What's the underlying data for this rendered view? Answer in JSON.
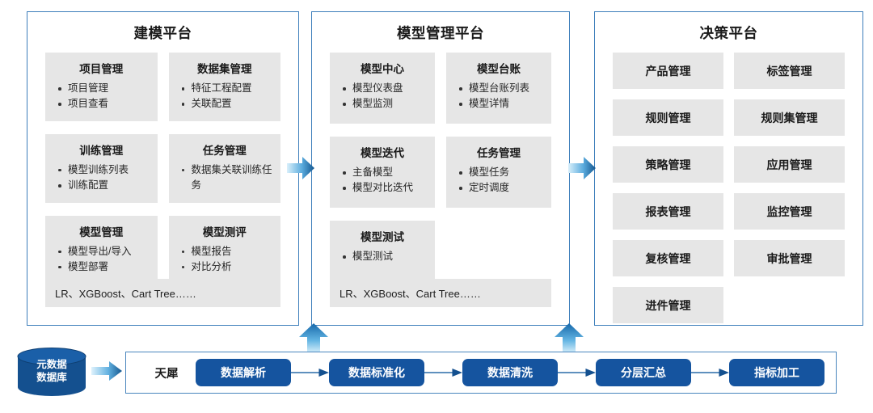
{
  "colors": {
    "panel_border": "#3d7ebb",
    "card_bg": "#e6e6e6",
    "pipeline_step": "#15549f",
    "arrow_dark": "#1b63a5",
    "arrow_light": "#d7eefb",
    "db_fill": "#14508f"
  },
  "panels": [
    {
      "id": "modeling",
      "title": "建模平台",
      "rows": [
        [
          {
            "title": "项目管理",
            "items": [
              "项目管理",
              "项目查看"
            ]
          },
          {
            "title": "数据集管理",
            "items": [
              "特征工程配置",
              "关联配置"
            ]
          }
        ],
        [
          {
            "title": "训练管理",
            "items": [
              "模型训练列表",
              "训练配置"
            ]
          },
          {
            "title": "任务管理",
            "items": [
              "数据集关联训练任务"
            ]
          }
        ],
        [
          {
            "title": "模型管理",
            "items": [
              "模型导出/导入",
              "模型部署"
            ]
          },
          {
            "title": "模型测评",
            "items": [
              "模型报告",
              "对比分析"
            ]
          }
        ]
      ],
      "algo_bar": "LR、XGBoost、Cart Tree……"
    },
    {
      "id": "management",
      "title": "模型管理平台",
      "rows": [
        [
          {
            "title": "模型中心",
            "items": [
              "模型仪表盘",
              "模型监测"
            ]
          },
          {
            "title": "模型台账",
            "items": [
              "模型台账列表",
              "模型详情"
            ]
          }
        ],
        [
          {
            "title": "模型迭代",
            "items": [
              "主备模型",
              "模型对比迭代"
            ]
          },
          {
            "title": "任务管理",
            "items": [
              "模型任务",
              "定时调度"
            ]
          }
        ],
        [
          {
            "title": "模型测试",
            "items": [
              "模型测试"
            ]
          },
          {
            "title": "",
            "items": [],
            "empty": true
          }
        ]
      ],
      "algo_bar": "LR、XGBoost、Cart Tree……"
    },
    {
      "id": "decision",
      "title": "决策平台",
      "tile_rows": [
        [
          "产品管理",
          "标签管理"
        ],
        [
          "规则管理",
          "规则集管理"
        ],
        [
          "策略管理",
          "应用管理"
        ],
        [
          "报表管理",
          "监控管理"
        ],
        [
          "复核管理",
          "审批管理"
        ],
        [
          "进件管理",
          ""
        ]
      ]
    }
  ],
  "database": {
    "label_line1": "元数据",
    "label_line2": "数据库"
  },
  "pipeline": {
    "brand": "天犀",
    "steps": [
      "数据解析",
      "数据标准化",
      "数据清洗",
      "分层汇总",
      "指标加工"
    ]
  }
}
